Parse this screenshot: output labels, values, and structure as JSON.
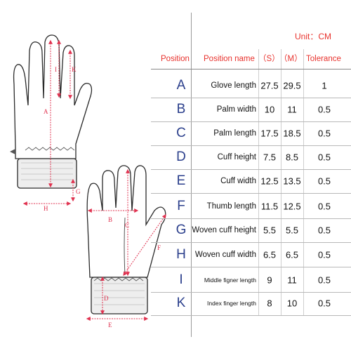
{
  "unit_label": "Unit：CM",
  "headers": {
    "position": "Position",
    "position_name": "Position name",
    "size_s": "（S）",
    "size_m": "（M）",
    "tolerance": "Tolerance"
  },
  "rows": [
    {
      "pos": "A",
      "name": "Glove length",
      "s": "27.5",
      "m": "29.5",
      "tol": "1"
    },
    {
      "pos": "B",
      "name": "Palm width",
      "s": "10",
      "m": "11",
      "tol": "0.5"
    },
    {
      "pos": "C",
      "name": "Palm length",
      "s": "17.5",
      "m": "18.5",
      "tol": "0.5"
    },
    {
      "pos": "D",
      "name": "Cuff height",
      "s": "7.5",
      "m": "8.5",
      "tol": "0.5"
    },
    {
      "pos": "E",
      "name": "Cuff width",
      "s": "12.5",
      "m": "13.5",
      "tol": "0.5"
    },
    {
      "pos": "F",
      "name": "Thumb length",
      "s": "11.5",
      "m": "12.5",
      "tol": "0.5"
    },
    {
      "pos": "G",
      "name": "Woven cuff height",
      "s": "5.5",
      "m": "5.5",
      "tol": "0.5"
    },
    {
      "pos": "H",
      "name": "Woven cuff width",
      "s": "6.5",
      "m": "6.5",
      "tol": "0.5"
    },
    {
      "pos": "I",
      "name": "Middle figner length",
      "s": "9",
      "m": "11",
      "tol": "0.5"
    },
    {
      "pos": "K",
      "name": "Index finger length",
      "s": "8",
      "m": "10",
      "tol": "0.5"
    }
  ],
  "diagram_labels": {
    "a": "A",
    "b": "B",
    "c": "C",
    "d": "D",
    "e": "E",
    "f": "F",
    "g": "G",
    "h": "H",
    "i": "I",
    "k": "K"
  },
  "colors": {
    "header_text": "#e8322d",
    "position_letter": "#2b3f8c",
    "measure_line": "#e0314f",
    "outline": "#2a2a2a",
    "cuff_fill": "#eeeeee"
  }
}
